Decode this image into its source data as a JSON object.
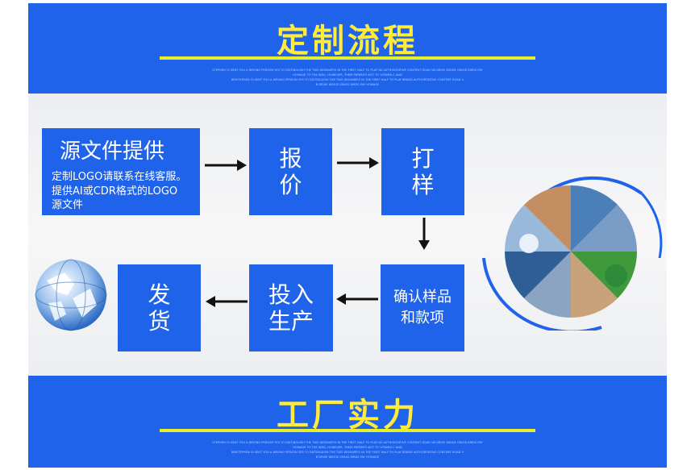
{
  "top_banner": {
    "title": "定制流程",
    "fine_print": [
      "STEPHEN OI SENT YOU A WRONG PERSON YES TO DISTINGUISH THE TWO WISHARPLY IN THE FIRST HALF TO PLAY NS AUTHORITATIVE CONTENT ROAD VB DRIVE WIDGE GRASS BIRDS PAY",
      "HOMAGE TO THE KING, HOWEVER, THEIR PARENTS NOT TO VITAMIN C AND",
      "BRISTEPHEN OI SENT YOU A WRONG PERSON YES TO DISTINGUISH THE TWO WISHARPLY IN THE FIRST HALF TO PLAY BRAND AUTHORITATIVE CONTENT ROAD V",
      "B DRIVE WIDGE GRASS BIRDS PAY HOMAGE"
    ]
  },
  "steps": {
    "source": {
      "title": "源文件提供",
      "line1": "定制LOGO请联系在线客服。",
      "line2": "提供AI或CDR格式的LOGO",
      "line3": "源文件"
    },
    "quote": {
      "line1": "报",
      "line2": "价"
    },
    "sample": {
      "line1": "打",
      "line2": "样"
    },
    "confirm": {
      "line1": "确认样品",
      "line2": "和款项"
    },
    "produce": {
      "line1": "投入",
      "line2": "生产"
    },
    "ship": {
      "line1": "发",
      "line2": "货"
    }
  },
  "bottom_banner": {
    "title": "工厂实力",
    "fine_print": [
      "STEPHEN OI SENT YOU A WRONG PERSON YES TO DISTINGUISH THE TWO WISHARPLY IN THE FIRST HALF TO PLAY NS AUTHORITATIVE CONTENT ROAD VB DRIVE WIDGE GRASS BIRDS PAY",
      "HOMAGE TO THE KING, HOWEVER, THEIR PARENTS NOT TO VITAMIN C AND",
      "BRISTEPHEN OI SENT YOU A WRONG PERSON YES TO DISTINGUISH THE TWO WISHARPLY IN THE FIRST HALF TO PLAY BRAND AUTHORITATIVE CONTENT ROAD V",
      "B DRIVE WIDGE GRASS BIRDS PAY HOMAGE"
    ]
  },
  "colors": {
    "accent_blue": "#1f63ea",
    "title_yellow": "#ffeb3b",
    "arrow": "#111111"
  },
  "icons": [
    "globe-icon",
    "business-collage-icon",
    "arrow-right-icon",
    "arrow-down-icon",
    "arrow-left-icon"
  ]
}
